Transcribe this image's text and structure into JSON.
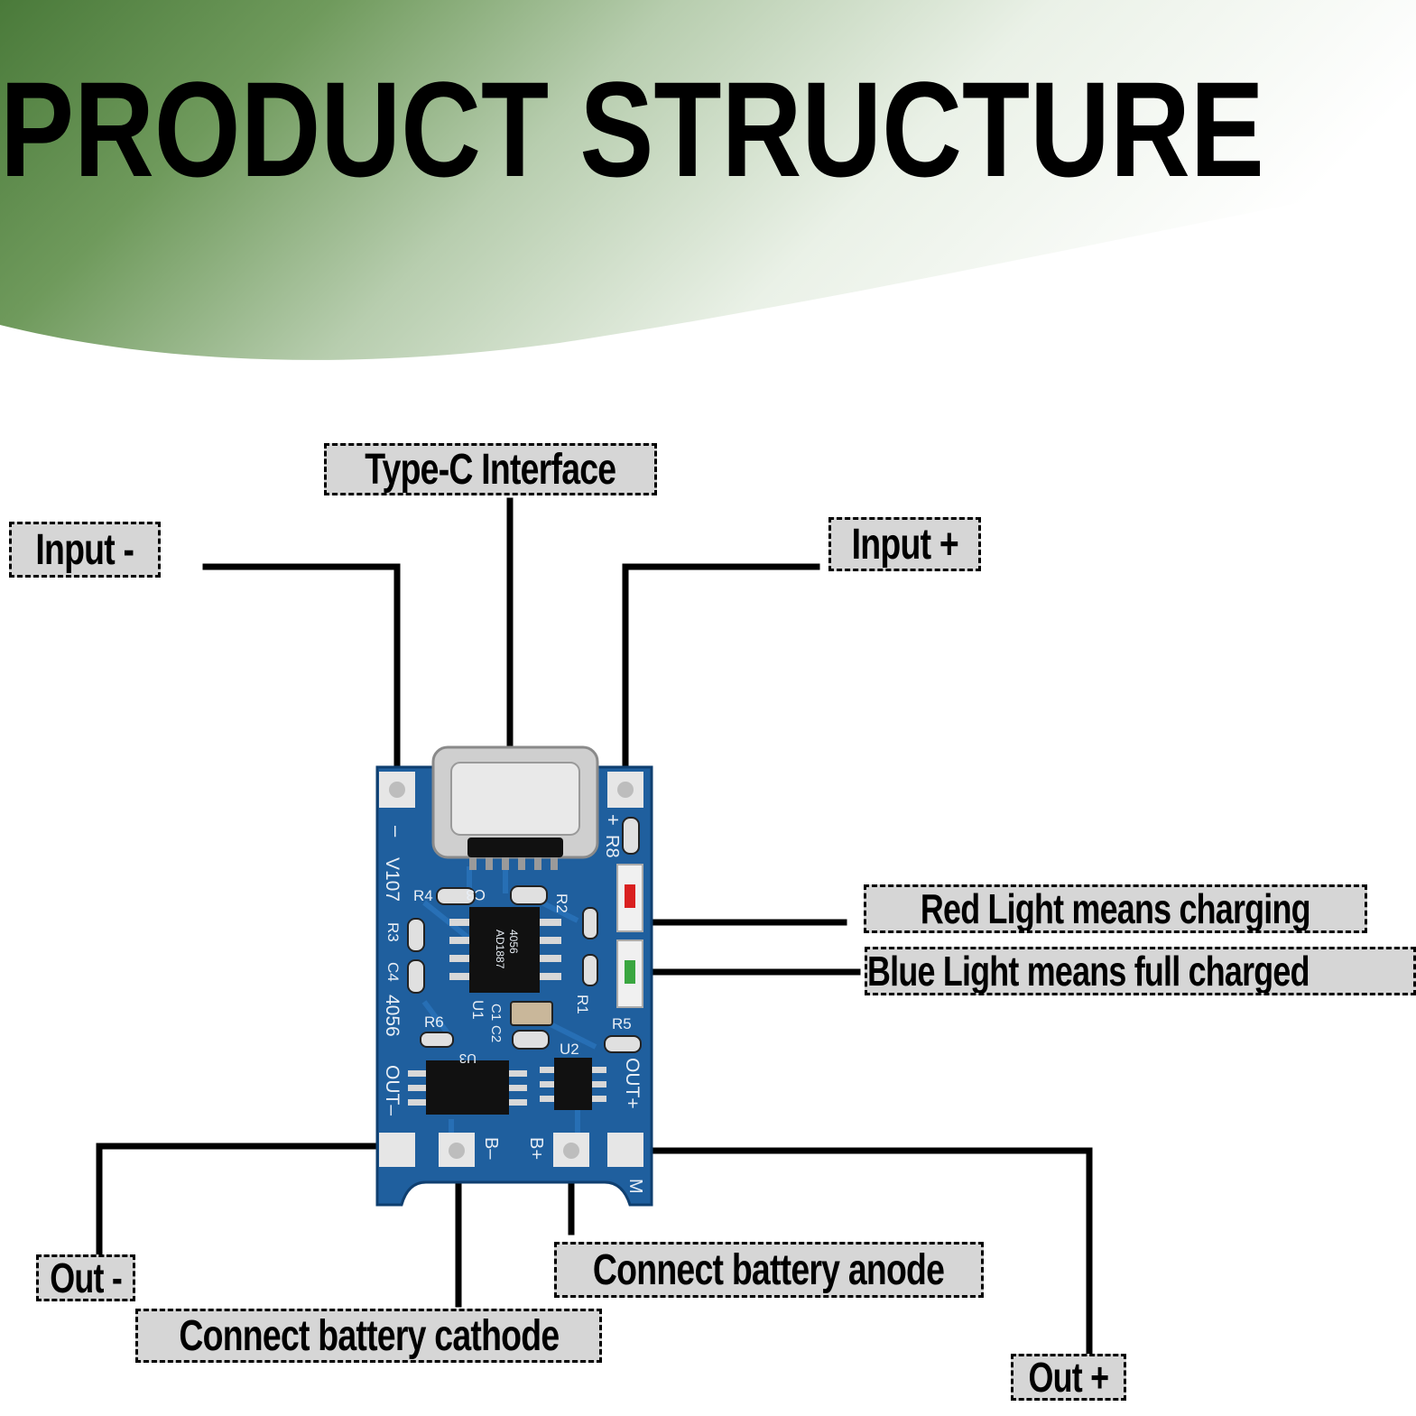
{
  "title": "PRODUCT STRUCTURE",
  "colors": {
    "banner_dark": "#4a7a3a",
    "banner_light": "#ffffff",
    "label_fill": "#d6d6d6",
    "pcb_blue": "#1f5f9e",
    "pad_silver": "#e6e6e6",
    "chip_black": "#111111",
    "connector_silver": "#cfcfcf",
    "led_red": "#d92020",
    "led_green": "#3aa640"
  },
  "labels": {
    "type_c": "Type-C Interface",
    "input_minus": "Input -",
    "input_plus": "Input +",
    "red_light": "Red Light means charging",
    "blue_light": "Blue Light means full charged",
    "out_minus": "Out -",
    "battery_cathode": "Connect battery cathode",
    "battery_anode": "Connect battery anode",
    "out_plus": "Out +"
  },
  "board_silkscreen": {
    "minus": "–",
    "plus": "+",
    "version": "V107",
    "r4": "R4",
    "c3": "C3",
    "r2": "R2",
    "r3": "R3",
    "c4": "C4",
    "r8": "R8",
    "u1": "U1",
    "c1": "C1",
    "c2": "C2",
    "r1": "R1",
    "r5": "R5",
    "r6": "R6",
    "u2": "U2",
    "u3": "U3",
    "model": "4056",
    "out_minus": "OUT–",
    "out_plus": "OUT+",
    "b_minus": "B–",
    "b_plus": "B+",
    "m": "M",
    "chip_code_1": "4056",
    "chip_code_2": "AD1887"
  }
}
